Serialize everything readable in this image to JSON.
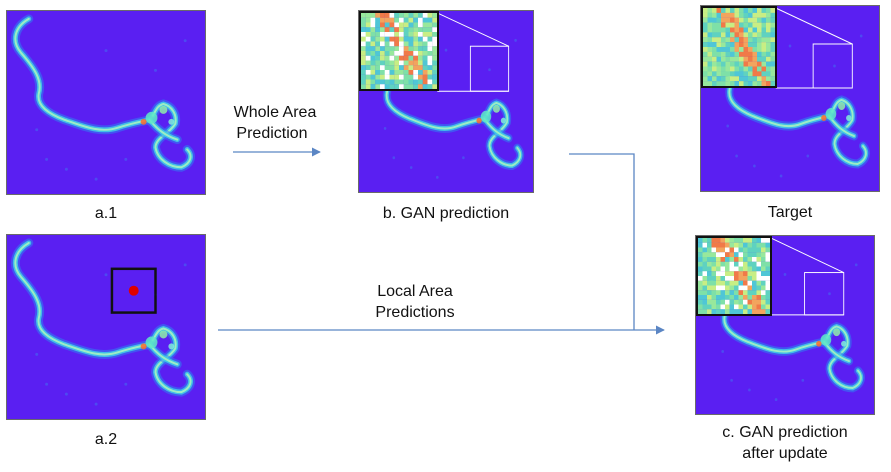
{
  "panels": {
    "a1": {
      "caption": "a.1"
    },
    "a2": {
      "caption": "a.2"
    },
    "b": {
      "caption": "b. GAN prediction"
    },
    "target": {
      "caption": "Target"
    },
    "c": {
      "caption_line1": "c. GAN prediction",
      "caption_line2": "after update"
    }
  },
  "arrows": {
    "whole": {
      "line1": "Whole Area",
      "line2": "Prediction"
    },
    "local": {
      "line1": "Local Area",
      "line2": "Predictions"
    }
  },
  "colors": {
    "background": "#5a1ff2",
    "arrow": "#5b86c4",
    "inset_border": "#111111",
    "zoom_lines": "#ffffff",
    "marker": "#e00000"
  }
}
